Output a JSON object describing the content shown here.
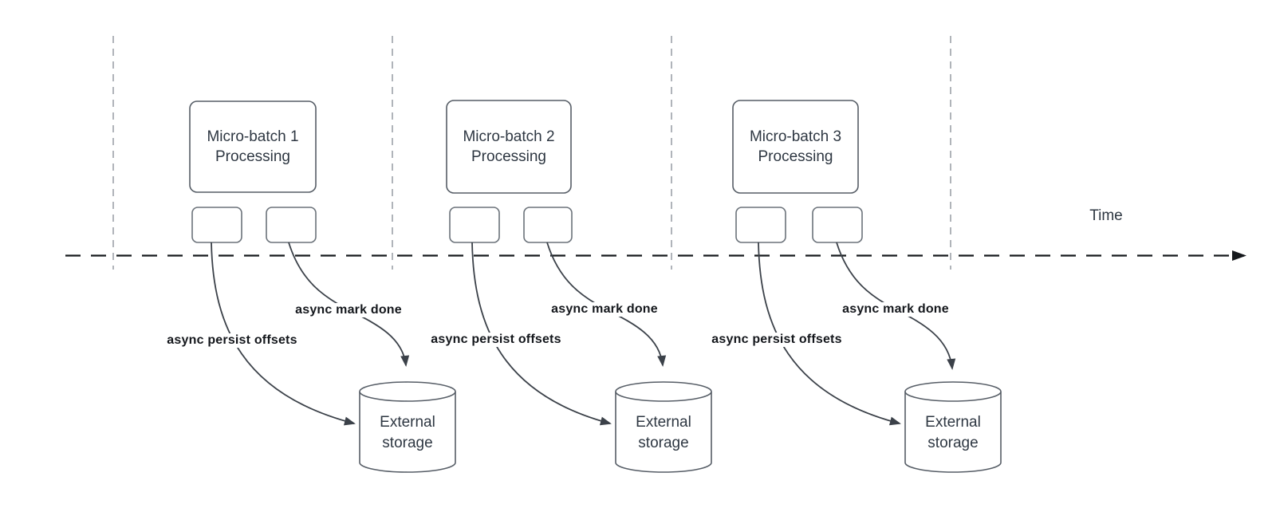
{
  "diagram": {
    "timeline": {
      "label": "Time"
    },
    "groups": [
      {
        "box_line1": "Micro-batch 1",
        "box_line2": "Processing",
        "persist_label": "async persist offsets",
        "mark_label": "async mark done",
        "storage_line1": "External",
        "storage_line2": "storage"
      },
      {
        "box_line1": "Micro-batch 2",
        "box_line2": "Processing",
        "persist_label": "async persist offsets",
        "mark_label": "async mark done",
        "storage_line1": "External",
        "storage_line2": "storage"
      },
      {
        "box_line1": "Micro-batch 3",
        "box_line2": "Processing",
        "persist_label": "async persist offsets",
        "mark_label": "async mark done",
        "storage_line1": "External",
        "storage_line2": "storage"
      }
    ],
    "colors": {
      "shape_border": "#565d66",
      "shape_fill": "#ffffff",
      "box_text": "#2e3742",
      "bold_label_text": "#14171c",
      "arrow": "#3b4149",
      "time_axis": "#16191d",
      "interval_gridline": "#9da2a8"
    }
  }
}
